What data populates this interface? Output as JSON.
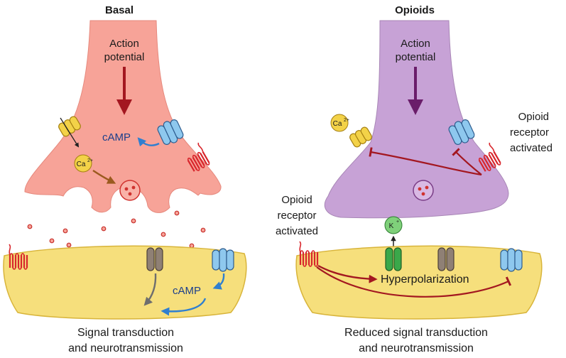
{
  "panels": {
    "basal": {
      "title": "Basal",
      "action_line1": "Action",
      "action_line2": "potential",
      "camp_pre": "cAMP",
      "camp_post": "cAMP",
      "ca_ion": "Ca",
      "ca_sup": "2+",
      "caption_line1": "Signal transduction",
      "caption_line2": "and neurotransmission"
    },
    "opioids": {
      "title": "Opioids",
      "action_line1": "Action",
      "action_line2": "potential",
      "ca_ion": "Ca",
      "ca_sup": "2+",
      "k_ion": "K",
      "k_sup": "+",
      "receptor_pre_line1": "Opioid",
      "receptor_pre_line2": "receptor",
      "receptor_pre_line3": "activated",
      "receptor_post_line1": "Opioid",
      "receptor_post_line2": "receptor",
      "receptor_post_line3": "activated",
      "hyperpolarization": "Hyperpolarization",
      "caption_line1": "Reduced signal transduction",
      "caption_line2": "and neurotransmission"
    }
  },
  "colors": {
    "basal_terminal": "#f7a398",
    "opioid_terminal": "#c7a2d6",
    "postsynaptic": "#f6df7c",
    "red_arrow": "#a31720",
    "purple_arrow": "#6a1d6a",
    "blue_arrow": "#2f7fd0",
    "receptor_red": "#d8262c",
    "ca_channel": "#f3d248",
    "camp_text": "#1c3f8c",
    "k_channel": "#3aa84a"
  }
}
